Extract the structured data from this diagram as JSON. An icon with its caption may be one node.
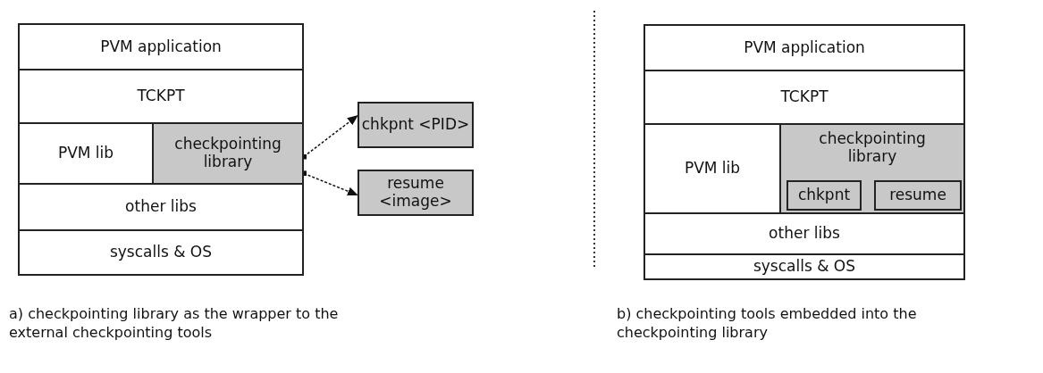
{
  "diagram": {
    "nodes": [
      {
        "text": [
          "PVM application"
        ]
      },
      {
        "text": [
          "TCKPT"
        ]
      },
      {
        "text": [
          "PVM lib"
        ]
      },
      {
        "text": [
          "checkpointing library"
        ]
      },
      {
        "text": [
          "other libs"
        ]
      },
      {
        "text": [
          "syscalls & OS"
        ]
      },
      {
        "text": [
          "chkpnt <PID>"
        ]
      },
      {
        "text": [
          "resume <image>"
        ]
      },
      {
        "text": [
          "PVM application"
        ]
      },
      {
        "text": [
          "TCKPT"
        ]
      },
      {
        "text": [
          "PVM lib"
        ]
      },
      {
        "text": [
          "checkpointing library"
        ]
      },
      {
        "text": [
          "chkpnt"
        ],
        "in": 11
      },
      {
        "text": [
          "resume"
        ],
        "in": 11
      },
      {
        "text": [
          "other libs"
        ]
      },
      {
        "text": [
          "syscalls & OS"
        ]
      }
    ],
    "edges": [
      {
        "from": 3,
        "to": 6,
        "arrow": "to",
        "style": "dashed"
      },
      {
        "from": 3,
        "to": 7,
        "arrow": "to",
        "style": "dashed"
      }
    ],
    "labels": [
      "a) checkpointing library as the wrapper to the external checkpointing tools",
      "b) checkpointing tools embedded into the checkpointing library"
    ]
  }
}
